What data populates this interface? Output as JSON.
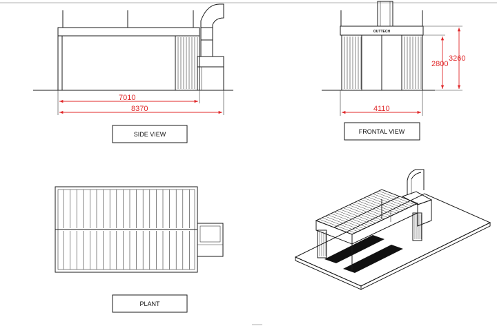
{
  "views": {
    "side": {
      "label": "SIDE VIEW"
    },
    "front": {
      "label": "FRONTAL VIEW",
      "brand": "OUTTECH"
    },
    "plant": {
      "label": "PLANT"
    }
  },
  "dimensions": {
    "side_inner": "7010",
    "side_total": "8370",
    "front_width": "4110",
    "front_height_inner": "2800",
    "front_height_total": "3260"
  },
  "colors": {
    "dimension": "#e0282a",
    "line": "#1a1a1a"
  }
}
